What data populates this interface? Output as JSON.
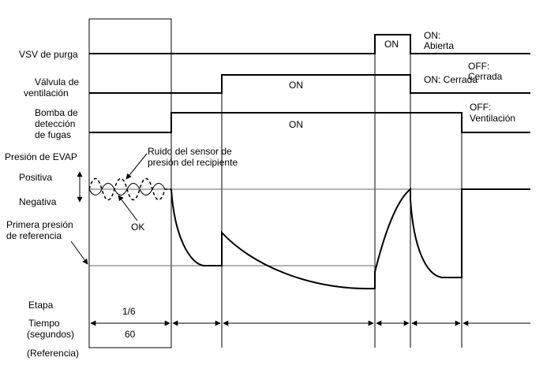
{
  "signals": {
    "vsv": {
      "label": "VSV de purga",
      "on": "ON",
      "state_l1": "ON:",
      "state_l2": "Abierta"
    },
    "vent": {
      "label_l1": "Válvula de",
      "label_l2": "ventilación",
      "on": "ON",
      "state_on": "ON: Cerrada",
      "state_off_l1": "OFF:",
      "state_off_l2": "Cerrada"
    },
    "pump": {
      "label_l1": "Bomba de",
      "label_l2": "detección",
      "label_l3": "de fugas",
      "on": "ON",
      "state_l1": "OFF:",
      "state_l2": "Ventilación"
    }
  },
  "pressure": {
    "title": "Presión de EVAP",
    "positive": "Positiva",
    "negative": "Negativa",
    "ref_l1": "Primera presión",
    "ref_l2": "de referencia",
    "noise_l1": "Ruido del sensor de",
    "noise_l2": "presión del recipiente",
    "ok": "OK"
  },
  "footer": {
    "stage_label": "Etapa",
    "stage_value": "1/6",
    "time_l1": "Tiempo",
    "time_l2": "(segundos)",
    "time_value": "60",
    "reference": "(Referencia)"
  }
}
